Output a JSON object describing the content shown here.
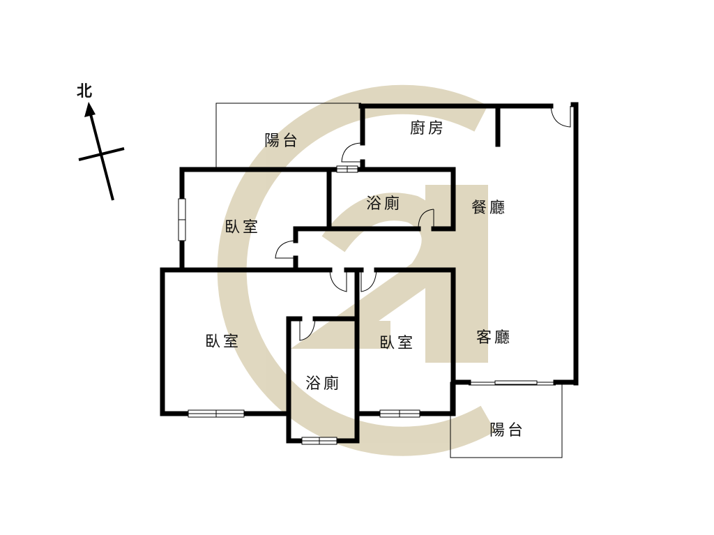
{
  "compass": {
    "label": "北"
  },
  "rooms": {
    "balcony_north": "陽台",
    "kitchen": "廚房",
    "bathroom_upper": "浴廁",
    "dining": "餐廳",
    "bedroom_upper": "臥室",
    "bedroom_left": "臥室",
    "bathroom_lower": "浴廁",
    "bedroom_middle": "臥室",
    "living": "客廳",
    "balcony_south": "陽台"
  },
  "watermark": {
    "text": "C21",
    "color": "#d8ceb0"
  },
  "colors": {
    "wall": "#000000",
    "background": "#ffffff"
  }
}
